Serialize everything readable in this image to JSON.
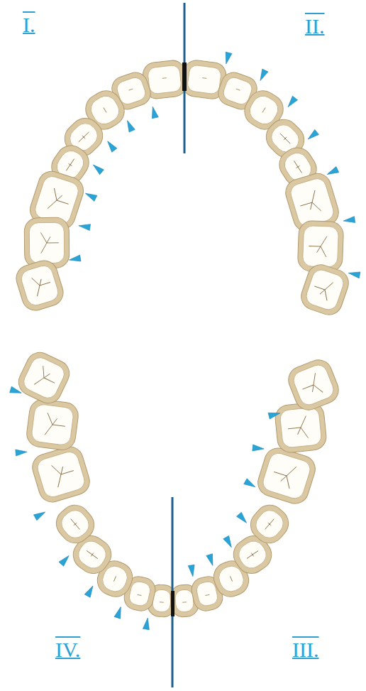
{
  "diagram": {
    "labels": [
      "I.",
      "II.",
      "III.",
      "IV."
    ]
  }
}
